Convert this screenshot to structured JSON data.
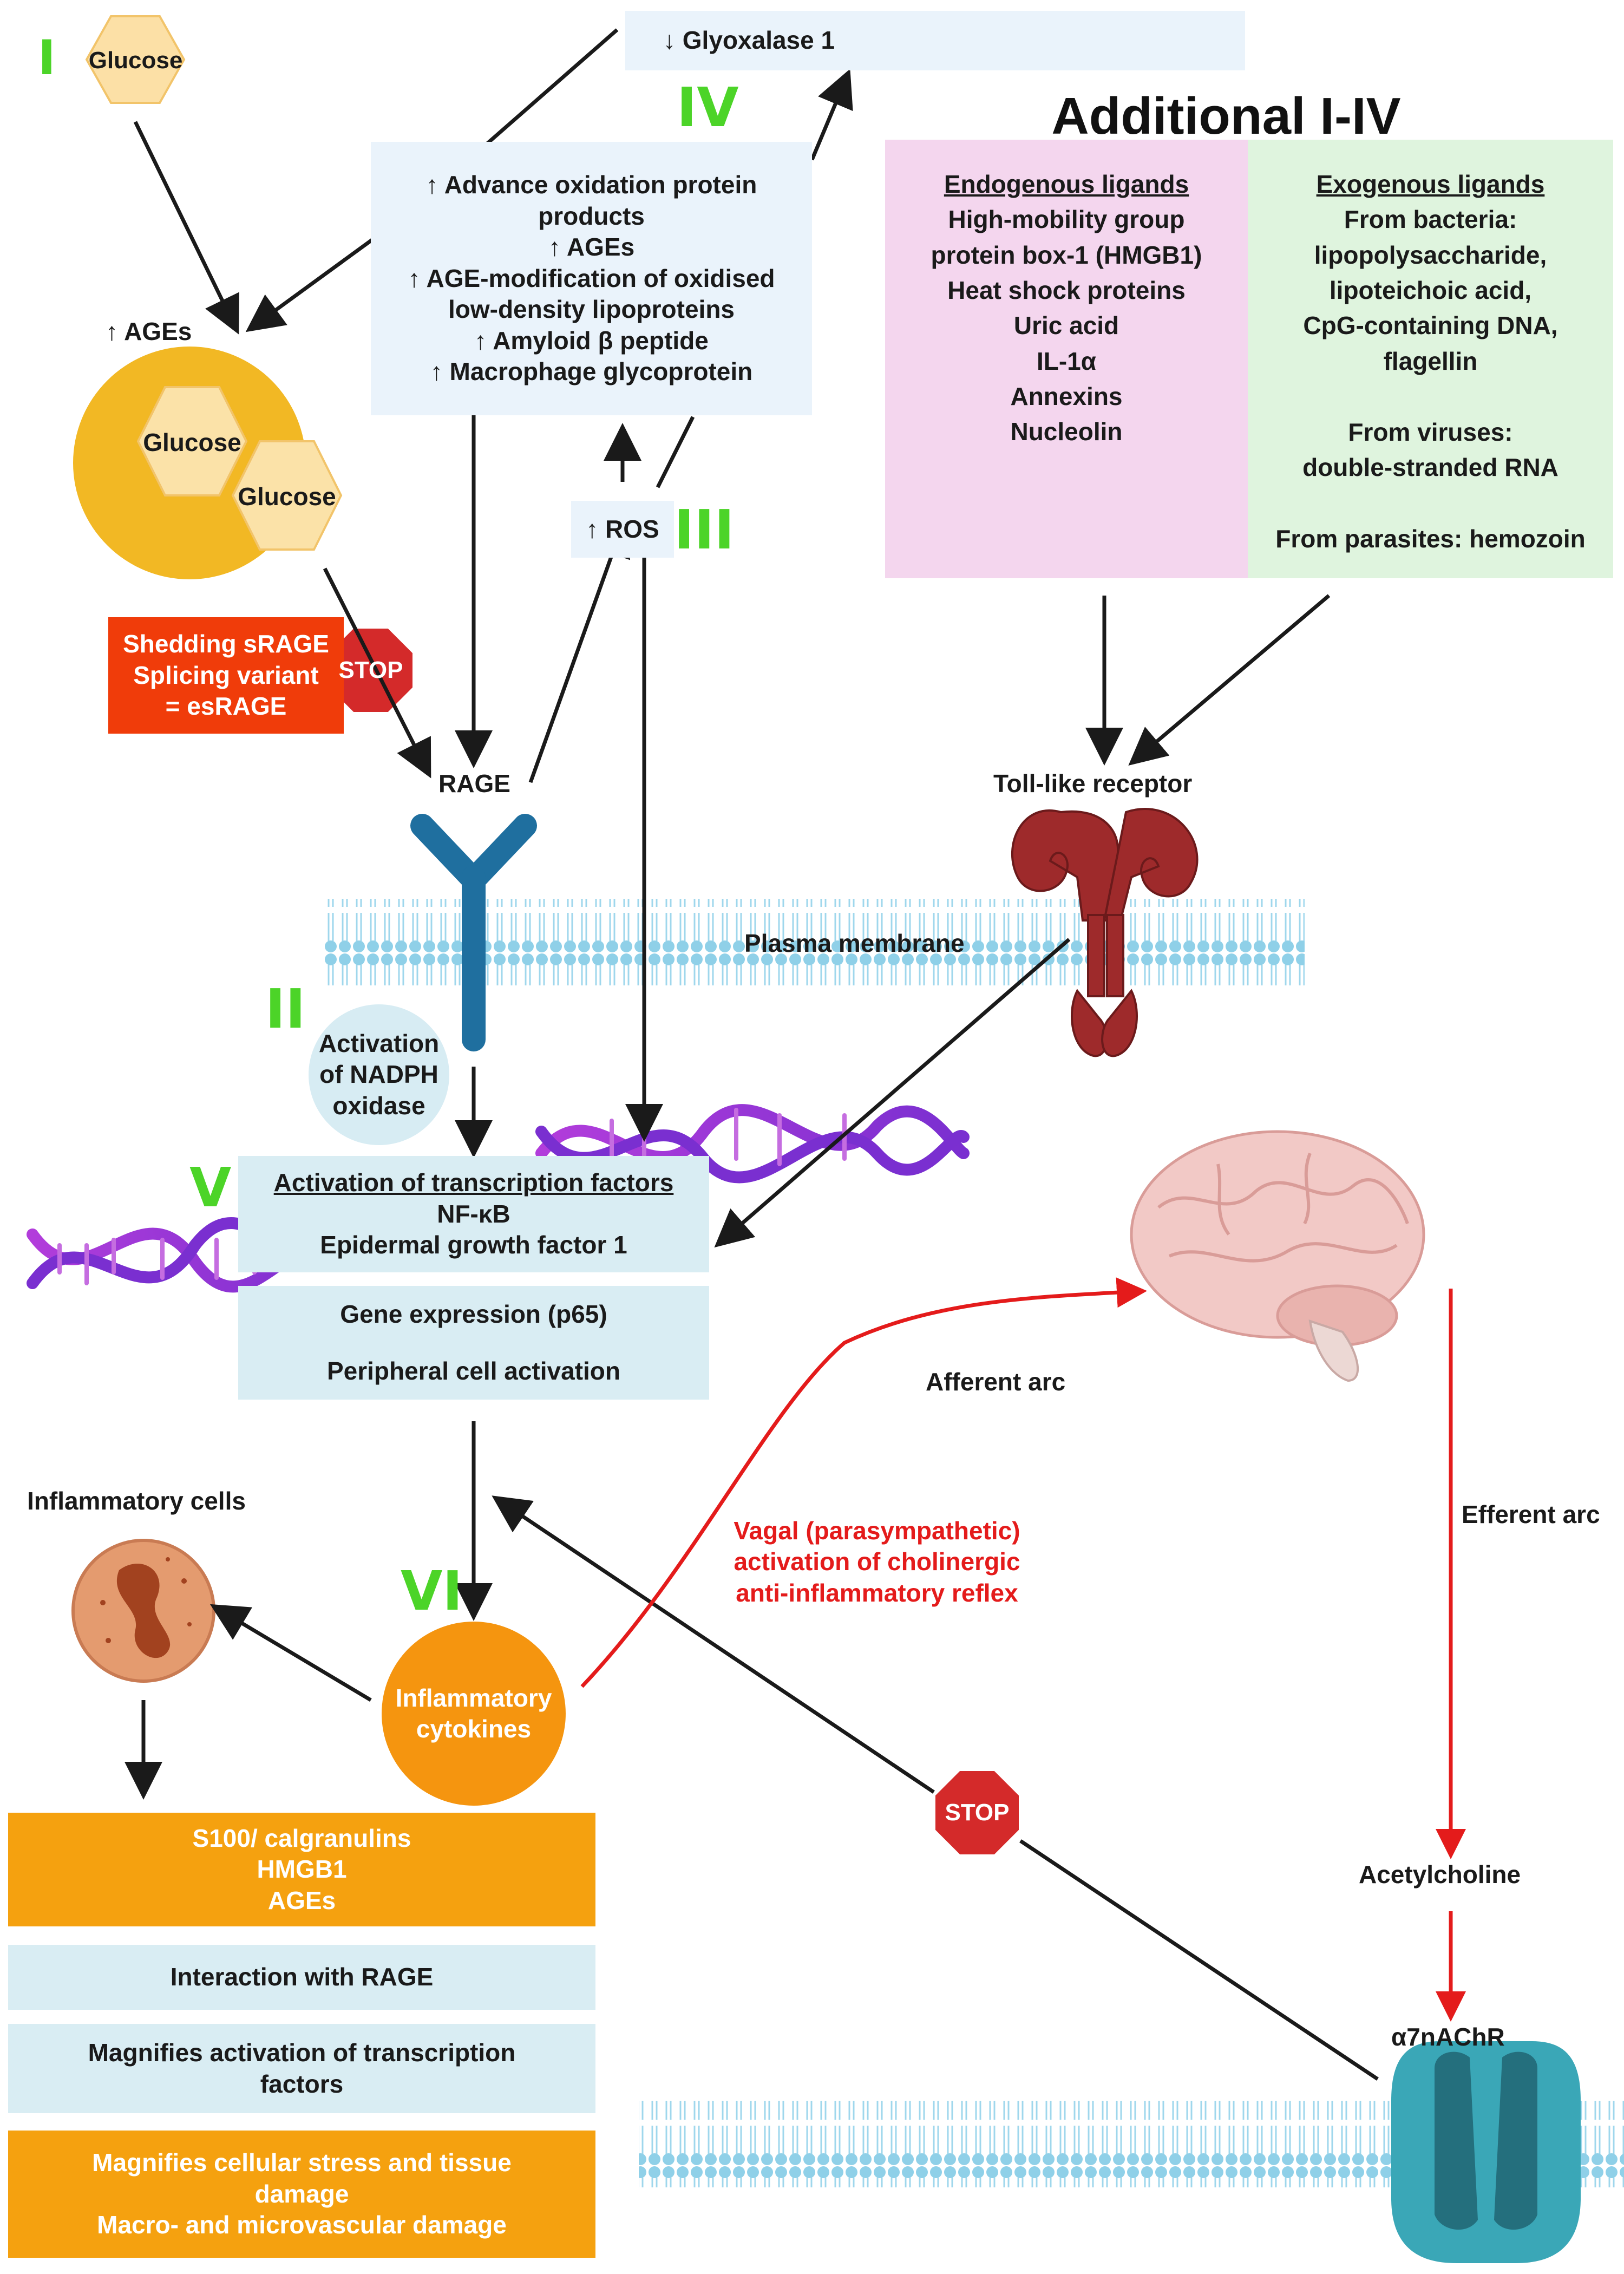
{
  "stage_labels": {
    "I": "I",
    "II": "II",
    "III": "III",
    "IV": "IV",
    "V": "V",
    "VI": "VI"
  },
  "nodes": {
    "glucose_top": "Glucose",
    "glyoxalase": "↓ Glyoxalase 1",
    "ages_heading": "↑ AGEs",
    "ages_glucose_1": "Glucose",
    "ages_glucose_2": "Glucose",
    "oxidation_box": [
      "↑ Advance oxidation protein",
      "products",
      "↑ AGEs",
      "↑ AGE-modification of oxidised",
      "low-density lipoproteins",
      "↑ Amyloid β peptide",
      "↑ Macrophage glycoprotein"
    ],
    "ros": "↑ ROS",
    "shedding_box": [
      "Shedding sRAGE",
      "Splicing variant",
      "= esRAGE"
    ],
    "stop_label": "STOP",
    "rage": "RAGE",
    "plasma_membrane": "Plasma membrane",
    "nadph": [
      "Activation",
      "of NADPH",
      "oxidase"
    ],
    "toll_like_receptor": "Toll-like receptor",
    "transcription_box": {
      "heading": "Activation of transcription factors",
      "lines": [
        "NF-κB",
        "Epidermal growth factor 1"
      ]
    },
    "gene_expression": "Gene expression (p65)",
    "peripheral_activation": "Peripheral cell activation",
    "inflammatory_cells": "Inflammatory cells",
    "inflammatory_cytokines": [
      "Inflammatory",
      "cytokines"
    ],
    "s100_box": [
      "S100/ calgranulins",
      "HMGB1",
      "AGEs"
    ],
    "interaction_rage": "Interaction with RAGE",
    "magnifies_transcription": [
      "Magnifies activation of transcription",
      "factors"
    ],
    "magnifies_stress": [
      "Magnifies cellular stress and tissue",
      "damage",
      "Macro- and microvascular damage"
    ],
    "afferent_arc": "Afferent arc",
    "efferent_arc": "Efferent arc",
    "vagal_text": [
      "Vagal (parasympathetic)",
      "activation of cholinergic",
      "anti-inflammatory reflex"
    ],
    "acetylcholine": "Acetylcholine",
    "receptor_a7": "α7nAChR"
  },
  "additional": {
    "title": "Additional I-IV",
    "endogenous": {
      "heading": "Endogenous ligands",
      "lines": [
        "High-mobility group",
        "protein box-1 (HMGB1)",
        "Heat shock proteins",
        "Uric acid",
        "IL-1α",
        "Annexins",
        "Nucleolin"
      ]
    },
    "exogenous": {
      "heading": "Exogenous ligands",
      "lines": [
        "From bacteria:",
        "lipopolysaccharide,",
        "lipoteichoic acid,",
        "CpG-containing DNA,",
        "flagellin",
        "",
        "From viruses:",
        "double-stranded RNA",
        "",
        "From parasites: hemozoin"
      ]
    }
  },
  "colors": {
    "stage_green": "#4cd428",
    "shedding_red": "#f03c0a",
    "reflex_red": "#e41b1b",
    "orange": "#f5a10f",
    "light_blue": "#d9edf3",
    "pink": "#f4d6ee",
    "mint": "#dff4de",
    "rage_blue": "#1f6f9f",
    "tlr_red": "#9e2a2b",
    "receptor_teal": "#3aa7b7"
  },
  "icons": [
    "glucose-hexagon-icon",
    "rage-receptor-icon",
    "toll-like-receptor-icon",
    "dna-helix-icon",
    "brain-icon",
    "inflammatory-cell-icon",
    "stop-sign-icon",
    "alpha7-receptor-icon",
    "membrane-bilayer-icon"
  ]
}
